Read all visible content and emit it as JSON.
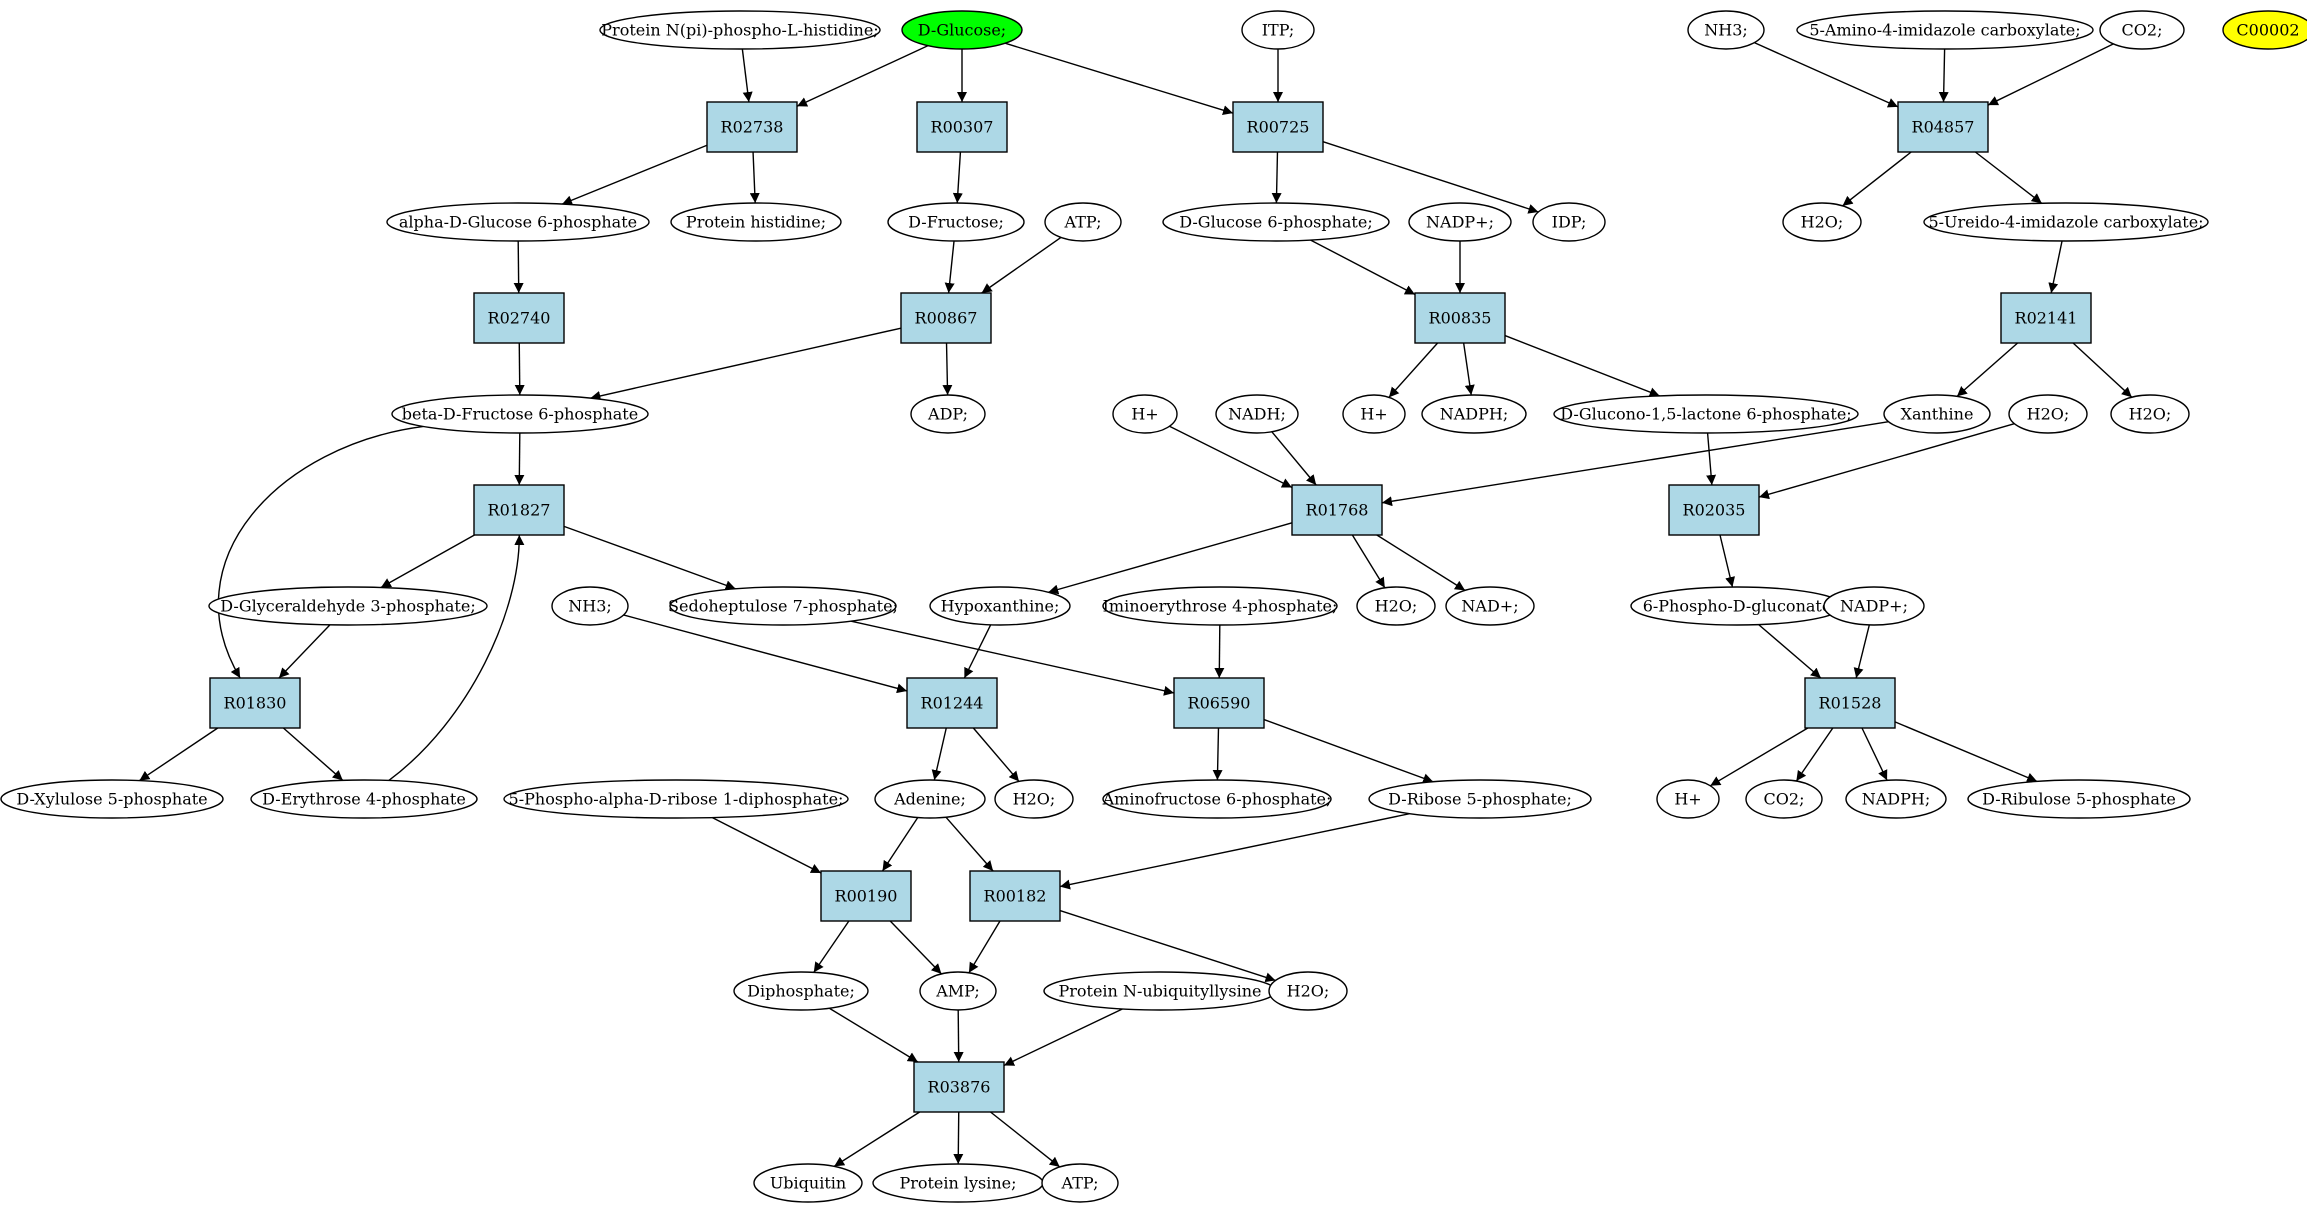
{
  "colors": {
    "reaction_fill": "#add8e6",
    "metabolite_fill": "#ffffff",
    "start_fill": "#00ff00",
    "highlight_fill": "#ffff00"
  },
  "graph": {
    "nodes": [
      {
        "id": "m_prot_nphis",
        "kind": "metabolite",
        "label": "Protein N(pi)-phospho-L-histidine;"
      },
      {
        "id": "m_dglucose",
        "kind": "metabolite",
        "label": "D-Glucose;",
        "style": "start"
      },
      {
        "id": "m_itp",
        "kind": "metabolite",
        "label": "ITP;"
      },
      {
        "id": "m_nh3_top",
        "kind": "metabolite",
        "label": "NH3;"
      },
      {
        "id": "m_aica",
        "kind": "metabolite",
        "label": "5-Amino-4-imidazole carboxylate;"
      },
      {
        "id": "m_co2_top",
        "kind": "metabolite",
        "label": "CO2;"
      },
      {
        "id": "m_c00002",
        "kind": "metabolite",
        "label": "C00002",
        "style": "highlight"
      },
      {
        "id": "r_R02738",
        "kind": "reaction",
        "label": "R02738"
      },
      {
        "id": "r_R00307",
        "kind": "reaction",
        "label": "R00307"
      },
      {
        "id": "r_R00725",
        "kind": "reaction",
        "label": "R00725"
      },
      {
        "id": "r_R04857",
        "kind": "reaction",
        "label": "R04857"
      },
      {
        "id": "m_ag6p",
        "kind": "metabolite",
        "label": "alpha-D-Glucose 6-phosphate"
      },
      {
        "id": "m_prot_his",
        "kind": "metabolite",
        "label": "Protein histidine;"
      },
      {
        "id": "m_dfructose",
        "kind": "metabolite",
        "label": "D-Fructose;"
      },
      {
        "id": "m_atp_top",
        "kind": "metabolite",
        "label": "ATP;"
      },
      {
        "id": "m_dg6p",
        "kind": "metabolite",
        "label": "D-Glucose 6-phosphate;"
      },
      {
        "id": "m_nadp_top",
        "kind": "metabolite",
        "label": "NADP+;"
      },
      {
        "id": "m_idp",
        "kind": "metabolite",
        "label": "IDP;"
      },
      {
        "id": "m_h2o_r04857",
        "kind": "metabolite",
        "label": "H2O;"
      },
      {
        "id": "m_uica",
        "kind": "metabolite",
        "label": "5-Ureido-4-imidazole carboxylate;"
      },
      {
        "id": "r_R02740",
        "kind": "reaction",
        "label": "R02740"
      },
      {
        "id": "r_R00867",
        "kind": "reaction",
        "label": "R00867"
      },
      {
        "id": "r_R00835",
        "kind": "reaction",
        "label": "R00835"
      },
      {
        "id": "r_R02141",
        "kind": "reaction",
        "label": "R02141"
      },
      {
        "id": "m_bf6p",
        "kind": "metabolite",
        "label": "beta-D-Fructose 6-phosphate"
      },
      {
        "id": "m_adp",
        "kind": "metabolite",
        "label": "ADP;"
      },
      {
        "id": "m_h_a",
        "kind": "metabolite",
        "label": "H+"
      },
      {
        "id": "m_nadh",
        "kind": "metabolite",
        "label": "NADH;"
      },
      {
        "id": "m_h_b",
        "kind": "metabolite",
        "label": "H+"
      },
      {
        "id": "m_nadph_a",
        "kind": "metabolite",
        "label": "NADPH;"
      },
      {
        "id": "m_dgl6p",
        "kind": "metabolite",
        "label": "D-Glucono-1,5-lactone 6-phosphate;"
      },
      {
        "id": "m_xanthine",
        "kind": "metabolite",
        "label": "Xanthine"
      },
      {
        "id": "m_h2o_mid",
        "kind": "metabolite",
        "label": "H2O;"
      },
      {
        "id": "m_h2o_r02141",
        "kind": "metabolite",
        "label": "H2O;"
      },
      {
        "id": "r_R01827",
        "kind": "reaction",
        "label": "R01827"
      },
      {
        "id": "r_R01768",
        "kind": "reaction",
        "label": "R01768"
      },
      {
        "id": "r_R02035",
        "kind": "reaction",
        "label": "R02035"
      },
      {
        "id": "m_dga3p",
        "kind": "metabolite",
        "label": "D-Glyceraldehyde 3-phosphate;"
      },
      {
        "id": "m_nh3_mid",
        "kind": "metabolite",
        "label": "NH3;"
      },
      {
        "id": "m_s7p",
        "kind": "metabolite",
        "label": "Sedoheptulose 7-phosphate;"
      },
      {
        "id": "m_hypoxanthine",
        "kind": "metabolite",
        "label": "Hypoxanthine;"
      },
      {
        "id": "m_ie4p",
        "kind": "metabolite",
        "label": "Iminoerythrose 4-phosphate;"
      },
      {
        "id": "m_h2o_r01768",
        "kind": "metabolite",
        "label": "H2O;"
      },
      {
        "id": "m_nad",
        "kind": "metabolite",
        "label": "NAD+;"
      },
      {
        "id": "m_6pg",
        "kind": "metabolite",
        "label": "6-Phospho-D-gluconate"
      },
      {
        "id": "m_nadp_right",
        "kind": "metabolite",
        "label": "NADP+;"
      },
      {
        "id": "r_R01830",
        "kind": "reaction",
        "label": "R01830"
      },
      {
        "id": "r_R01244",
        "kind": "reaction",
        "label": "R01244"
      },
      {
        "id": "r_R06590",
        "kind": "reaction",
        "label": "R06590"
      },
      {
        "id": "r_R01528",
        "kind": "reaction",
        "label": "R01528"
      },
      {
        "id": "m_dx5p",
        "kind": "metabolite",
        "label": "D-Xylulose 5-phosphate"
      },
      {
        "id": "m_de4p",
        "kind": "metabolite",
        "label": "D-Erythrose 4-phosphate"
      },
      {
        "id": "m_prpp",
        "kind": "metabolite",
        "label": "5-Phospho-alpha-D-ribose 1-diphosphate;"
      },
      {
        "id": "m_adenine",
        "kind": "metabolite",
        "label": "Adenine;"
      },
      {
        "id": "m_h2o_r01244",
        "kind": "metabolite",
        "label": "H2O;"
      },
      {
        "id": "m_af6p",
        "kind": "metabolite",
        "label": "Aminofructose 6-phosphate;"
      },
      {
        "id": "m_dr5p",
        "kind": "metabolite",
        "label": "D-Ribose 5-phosphate;"
      },
      {
        "id": "m_h_c",
        "kind": "metabolite",
        "label": "H+"
      },
      {
        "id": "m_co2_b",
        "kind": "metabolite",
        "label": "CO2;"
      },
      {
        "id": "m_nadph_b",
        "kind": "metabolite",
        "label": "NADPH;"
      },
      {
        "id": "m_dru5p",
        "kind": "metabolite",
        "label": "D-Ribulose 5-phosphate"
      },
      {
        "id": "r_R00190",
        "kind": "reaction",
        "label": "R00190"
      },
      {
        "id": "r_R00182",
        "kind": "reaction",
        "label": "R00182"
      },
      {
        "id": "m_diphosphate",
        "kind": "metabolite",
        "label": "Diphosphate;"
      },
      {
        "id": "m_amp",
        "kind": "metabolite",
        "label": "AMP;"
      },
      {
        "id": "m_prot_ub",
        "kind": "metabolite",
        "label": "Protein N-ubiquityllysine"
      },
      {
        "id": "m_h2o_r00182",
        "kind": "metabolite",
        "label": "H2O;"
      },
      {
        "id": "r_R03876",
        "kind": "reaction",
        "label": "R03876"
      },
      {
        "id": "m_ubiquitin",
        "kind": "metabolite",
        "label": "Ubiquitin"
      },
      {
        "id": "m_prot_lys",
        "kind": "metabolite",
        "label": "Protein lysine;"
      },
      {
        "id": "m_atp_bottom",
        "kind": "metabolite",
        "label": "ATP;"
      }
    ],
    "edges": [
      [
        "m_prot_nphis",
        "r_R02738"
      ],
      [
        "m_dglucose",
        "r_R02738"
      ],
      [
        "m_dglucose",
        "r_R00307"
      ],
      [
        "m_dglucose",
        "r_R00725"
      ],
      [
        "m_itp",
        "r_R00725"
      ],
      [
        "m_nh3_top",
        "r_R04857"
      ],
      [
        "m_aica",
        "r_R04857"
      ],
      [
        "m_co2_top",
        "r_R04857"
      ],
      [
        "r_R02738",
        "m_ag6p"
      ],
      [
        "r_R02738",
        "m_prot_his"
      ],
      [
        "r_R00307",
        "m_dfructose"
      ],
      [
        "r_R00725",
        "m_dg6p"
      ],
      [
        "r_R00725",
        "m_idp"
      ],
      [
        "r_R04857",
        "m_h2o_r04857"
      ],
      [
        "r_R04857",
        "m_uica"
      ],
      [
        "m_ag6p",
        "r_R02740"
      ],
      [
        "m_dfructose",
        "r_R00867"
      ],
      [
        "m_atp_top",
        "r_R00867"
      ],
      [
        "m_dg6p",
        "r_R00835"
      ],
      [
        "m_nadp_top",
        "r_R00835"
      ],
      [
        "m_uica",
        "r_R02141"
      ],
      [
        "r_R02740",
        "m_bf6p"
      ],
      [
        "r_R00867",
        "m_bf6p"
      ],
      [
        "r_R00867",
        "m_adp"
      ],
      [
        "r_R00835",
        "m_h_b"
      ],
      [
        "r_R00835",
        "m_nadph_a"
      ],
      [
        "r_R00835",
        "m_dgl6p"
      ],
      [
        "r_R02141",
        "m_xanthine"
      ],
      [
        "r_R02141",
        "m_h2o_r02141"
      ],
      [
        "m_bf6p",
        "r_R01827"
      ],
      [
        "m_bf6p",
        "r_R01830"
      ],
      [
        "m_h_a",
        "r_R01768"
      ],
      [
        "m_nadh",
        "r_R01768"
      ],
      [
        "m_xanthine",
        "r_R01768"
      ],
      [
        "m_dgl6p",
        "r_R02035"
      ],
      [
        "m_h2o_mid",
        "r_R02035"
      ],
      [
        "r_R01827",
        "m_dga3p"
      ],
      [
        "r_R01827",
        "m_s7p"
      ],
      [
        "r_R01768",
        "m_hypoxanthine"
      ],
      [
        "r_R01768",
        "m_h2o_r01768"
      ],
      [
        "r_R01768",
        "m_nad"
      ],
      [
        "r_R02035",
        "m_6pg"
      ],
      [
        "m_dga3p",
        "r_R01830"
      ],
      [
        "m_nh3_mid",
        "r_R01244"
      ],
      [
        "m_hypoxanthine",
        "r_R01244"
      ],
      [
        "m_s7p",
        "r_R06590"
      ],
      [
        "m_ie4p",
        "r_R06590"
      ],
      [
        "m_6pg",
        "r_R01528"
      ],
      [
        "m_nadp_right",
        "r_R01528"
      ],
      [
        "r_R01830",
        "m_dx5p"
      ],
      [
        "r_R01830",
        "m_de4p"
      ],
      [
        "m_de4p",
        "r_R01827"
      ],
      [
        "r_R01244",
        "m_adenine"
      ],
      [
        "r_R01244",
        "m_h2o_r01244"
      ],
      [
        "r_R06590",
        "m_af6p"
      ],
      [
        "r_R06590",
        "m_dr5p"
      ],
      [
        "r_R01528",
        "m_h_c"
      ],
      [
        "r_R01528",
        "m_co2_b"
      ],
      [
        "r_R01528",
        "m_nadph_b"
      ],
      [
        "r_R01528",
        "m_dru5p"
      ],
      [
        "m_prpp",
        "r_R00190"
      ],
      [
        "m_adenine",
        "r_R00190"
      ],
      [
        "m_adenine",
        "r_R00182"
      ],
      [
        "m_dr5p",
        "r_R00182"
      ],
      [
        "r_R00190",
        "m_diphosphate"
      ],
      [
        "r_R00190",
        "m_amp"
      ],
      [
        "r_R00182",
        "m_amp"
      ],
      [
        "r_R00182",
        "m_h2o_r00182"
      ],
      [
        "m_diphosphate",
        "r_R03876"
      ],
      [
        "m_amp",
        "r_R03876"
      ],
      [
        "m_prot_ub",
        "r_R03876"
      ],
      [
        "r_R03876",
        "m_ubiquitin"
      ],
      [
        "r_R03876",
        "m_prot_lys"
      ],
      [
        "r_R03876",
        "m_atp_bottom"
      ]
    ]
  }
}
